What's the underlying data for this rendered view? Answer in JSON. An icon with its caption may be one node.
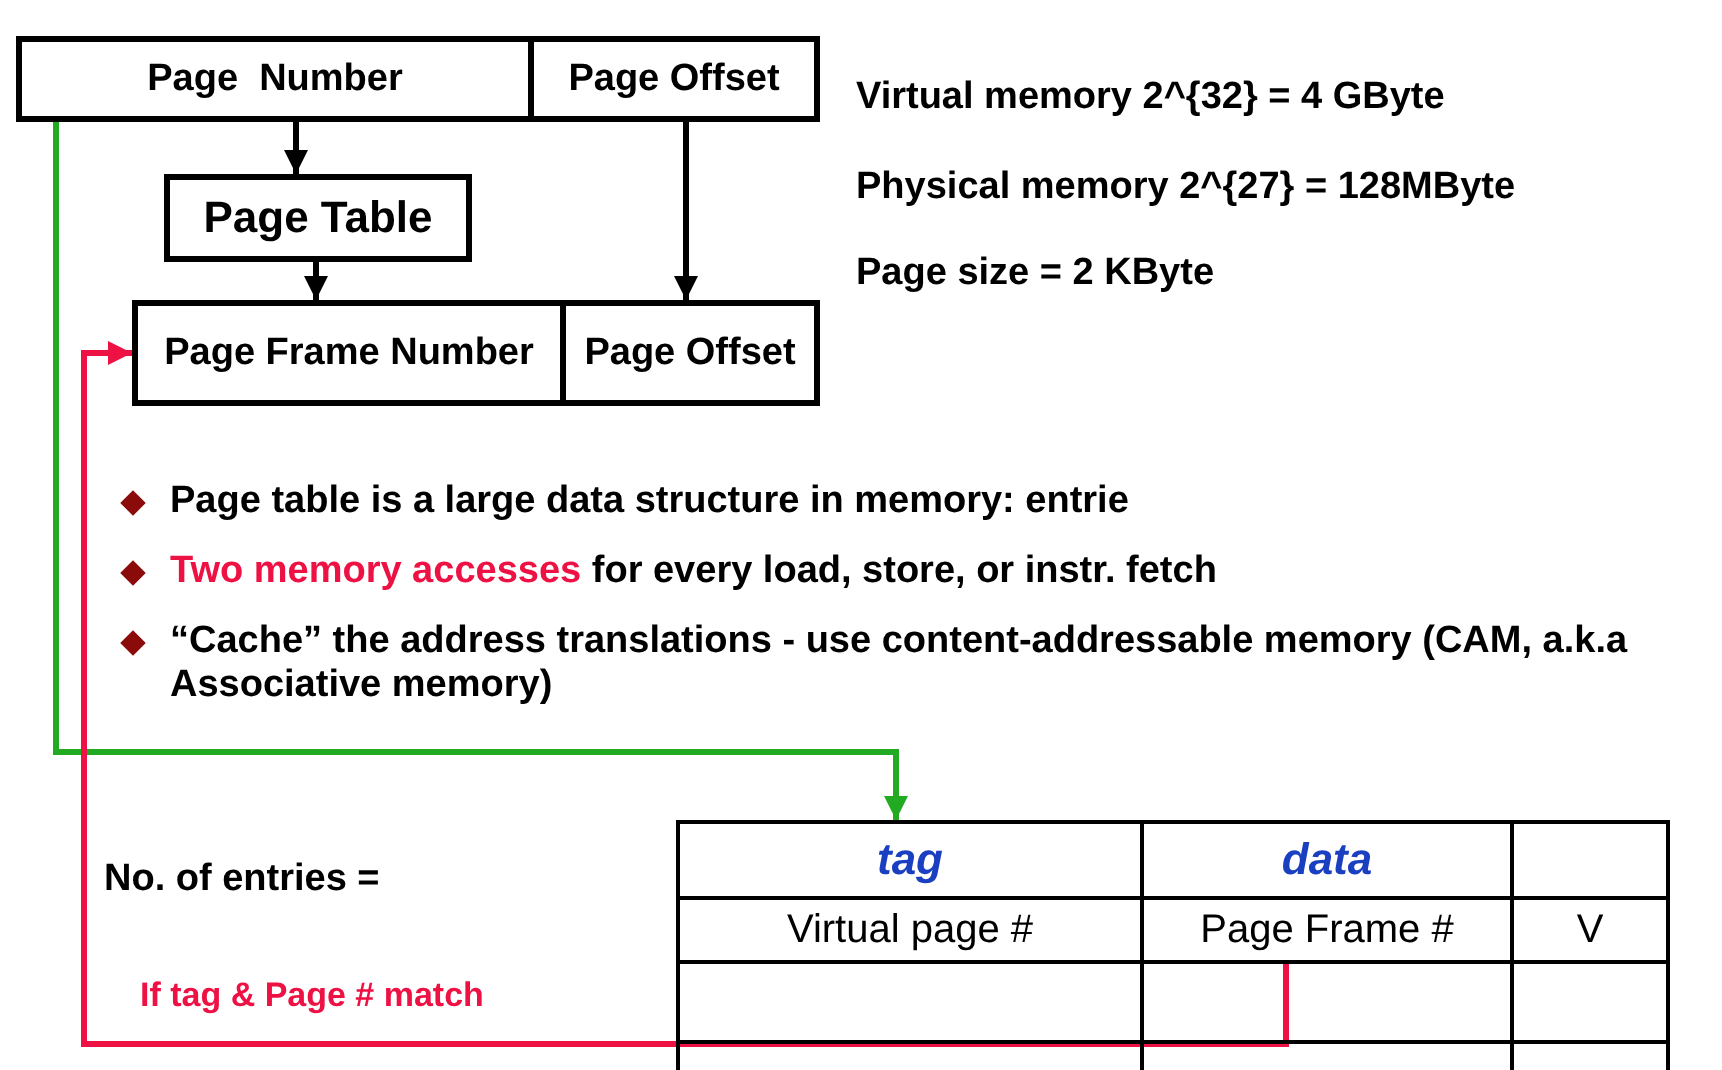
{
  "diagram": {
    "nodes": [
      {
        "text": [
          "Page  Number"
        ]
      },
      {
        "text": [
          "Page Offset"
        ]
      },
      {
        "text": [
          "Page Table"
        ]
      },
      {
        "text": [
          "Page Frame Number"
        ]
      },
      {
        "text": [
          "Page Offset"
        ]
      },
      {
        "text": [
          "tag"
        ]
      },
      {
        "text": [
          "Page Frame #"
        ]
      }
    ],
    "edges": [
      {
        "from": 0,
        "to": 2,
        "arrow": "to"
      },
      {
        "from": 2,
        "to": 3,
        "arrow": "to"
      },
      {
        "from": 1,
        "to": 4,
        "arrow": "to"
      },
      {
        "from": 0,
        "to": 5,
        "arrow": "to",
        "color": "#22aa22"
      },
      {
        "from": 6,
        "to": 3,
        "arrow": "to",
        "color": "#ee1144",
        "label": "If tag & Page # match"
      }
    ],
    "labels": [
      "Virtual memory 2^{32} = 4 GByte",
      "Physical memory 2^{27} = 128MByte",
      "Page size = 2 KByte",
      "Page table is a large data structure in memory: entrie",
      "**Two memory accesses** for every load, store, or instr. fetch",
      "“Cache” the address translations - use content-addressable memory (CAM, a.k.a Associative memory)",
      "No. of entries =",
      "data",
      "Virtual page #",
      "V"
    ]
  }
}
